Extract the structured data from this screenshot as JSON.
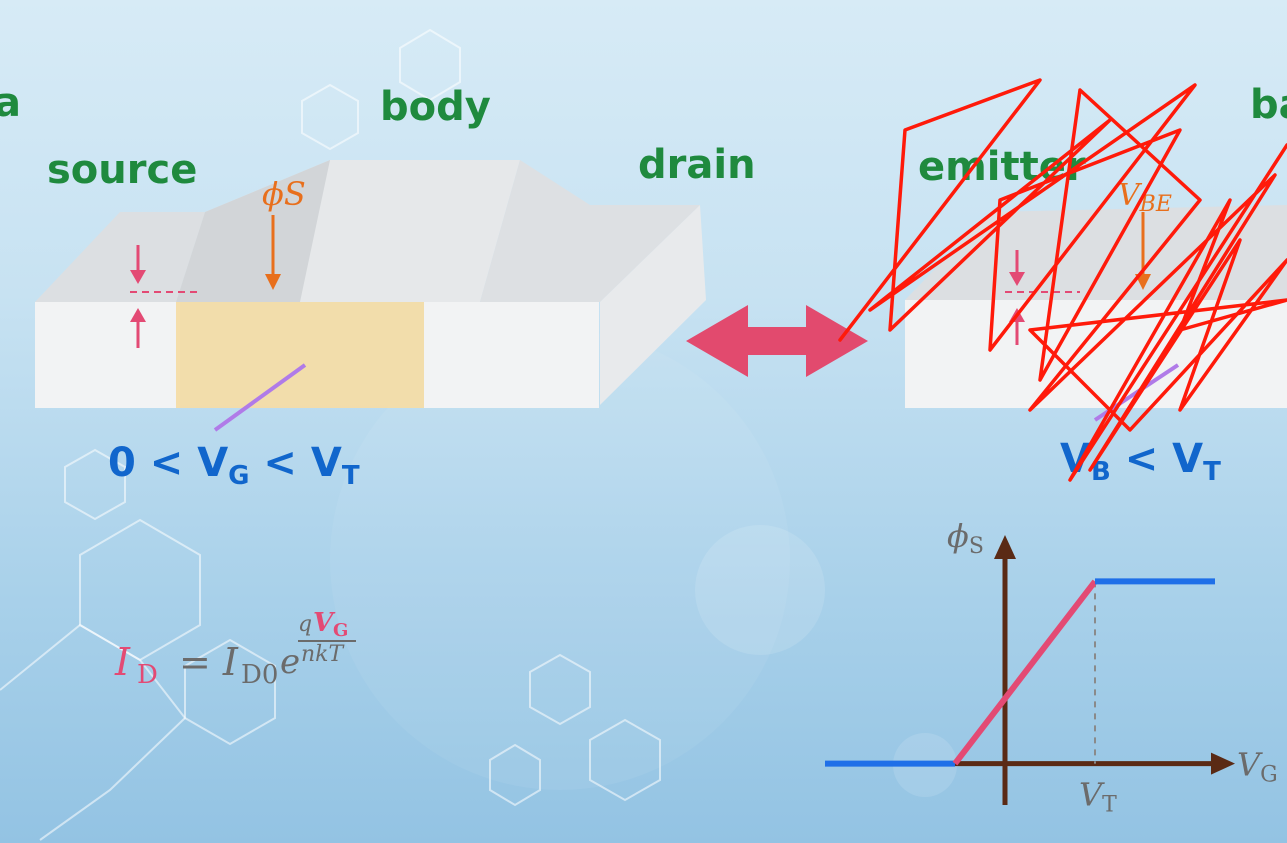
{
  "mosfet": {
    "labels": {
      "body": "body",
      "source": "source",
      "drain": "drain"
    },
    "phi_s": "ϕS",
    "gate_condition": {
      "prefix": "0 < V",
      "g_sub": "G",
      "mid": " < V",
      "t_sub": "T"
    },
    "equation": {
      "lhs_main": "I",
      "lhs_sub": "D",
      "rhs_main": "= I",
      "rhs_sub": "D0",
      "e": "e",
      "exp_num_q": "q",
      "exp_num_v": "V",
      "exp_num_g": "G",
      "exp_den": "nkT"
    }
  },
  "bjt": {
    "labels": {
      "emitter": "emitter",
      "base_partial": "ba"
    },
    "vbe": {
      "main": "V",
      "sub": "BE"
    },
    "base_condition": {
      "prefix": "V",
      "b_sub": "B",
      "mid": " < V",
      "t_sub": "T"
    }
  },
  "cut_left_label": "a",
  "chart_data": {
    "type": "line",
    "ylabel": {
      "main": "ϕ",
      "sub": "S"
    },
    "xlabel": {
      "main": "V",
      "sub": "G"
    },
    "vt_label": {
      "main": "V",
      "sub": "T"
    },
    "series": [
      {
        "color": "#1f6fe8",
        "x": [
          -0.9,
          -0.25
        ],
        "y": [
          0,
          0
        ]
      },
      {
        "color": "#e34a74",
        "x": [
          -0.25,
          0.45
        ],
        "y": [
          0,
          1
        ]
      },
      {
        "color": "#1f6fe8",
        "x": [
          0.45,
          1.05
        ],
        "y": [
          1,
          1
        ]
      }
    ],
    "xlim": [
      -0.9,
      1.1
    ],
    "ylim": [
      -0.2,
      1.2
    ],
    "vt": 0.45
  },
  "colors": {
    "green": "#1f8a3e",
    "blue": "#1166cc",
    "orange": "#e86f1c",
    "pink": "#e34a74",
    "axis": "#5a2a15",
    "scribble": "#ff1a0a"
  }
}
